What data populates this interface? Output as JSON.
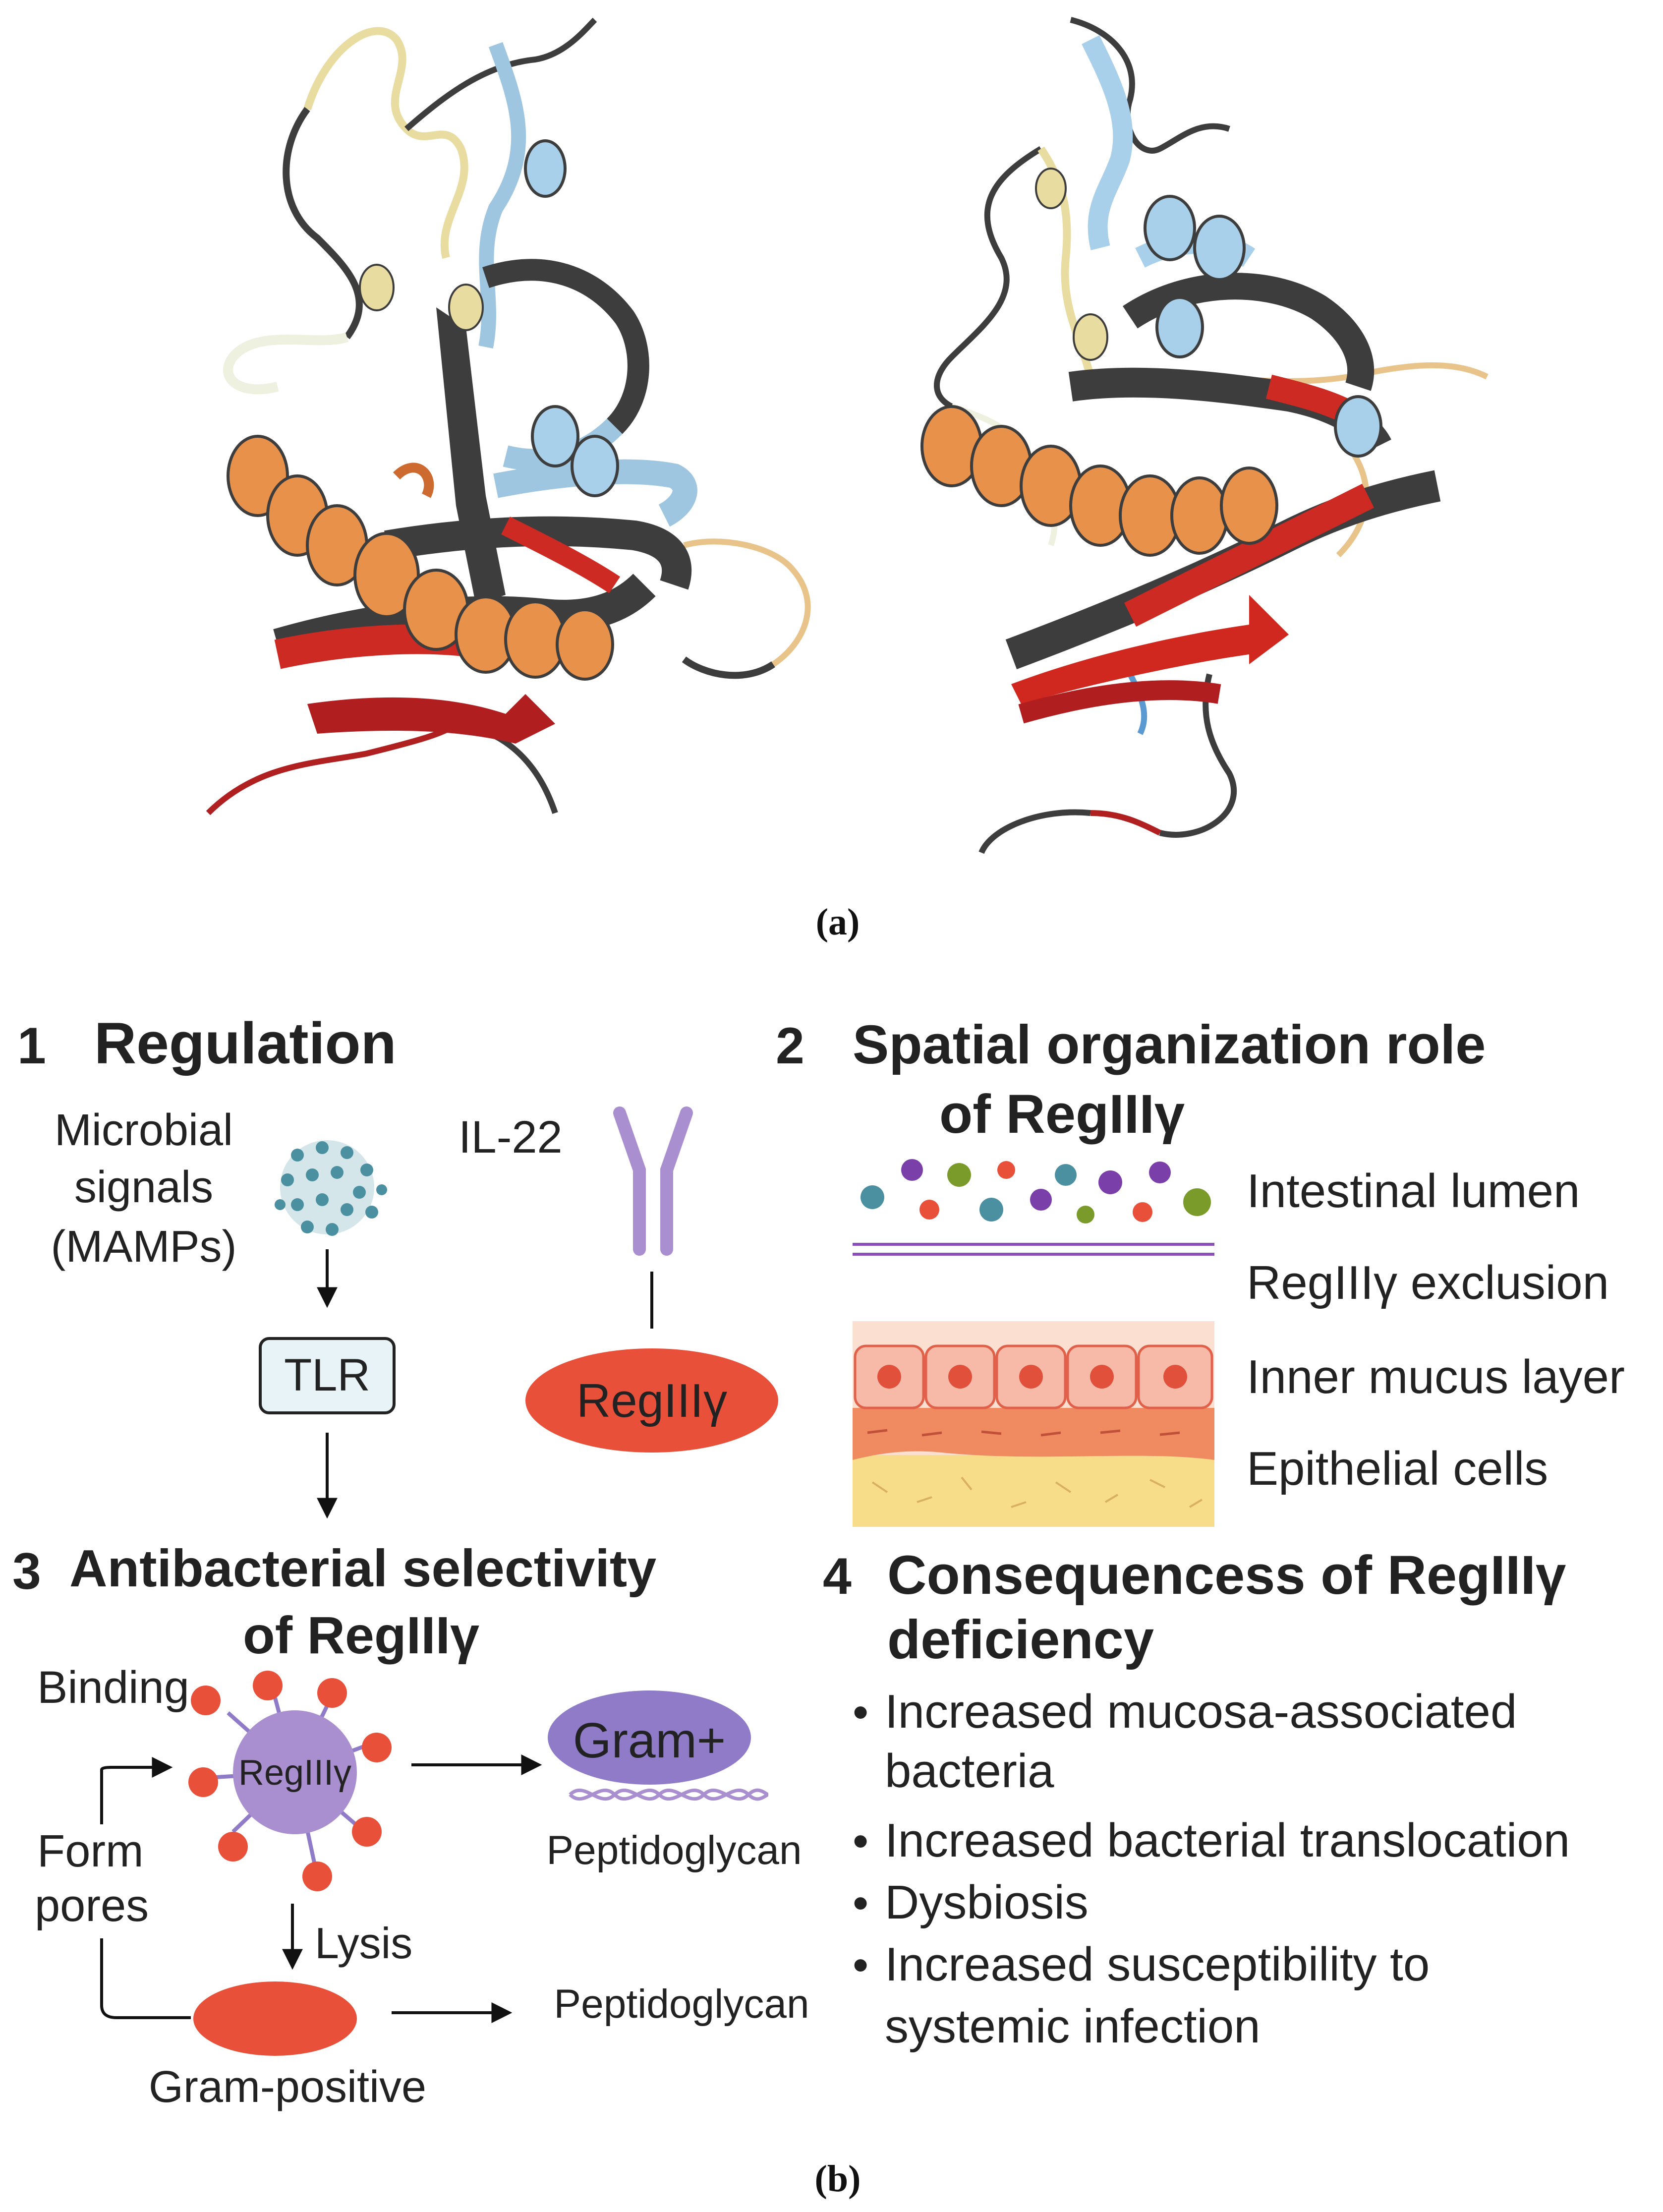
{
  "panel_a": {
    "label": "(a)"
  },
  "panel_b": {
    "label": "(b)",
    "colors": {
      "regiii": "#e8503a",
      "il22": "#a98fcf",
      "gram_plus": "#8f7bc8",
      "dot_teal": "#4a90a0",
      "dot_purple": "#7a3fa8",
      "dot_green": "#7a9a2a",
      "dot_red": "#e8503a",
      "cell_pink": "#f7b9a8",
      "mucus_orange": "#f08a60",
      "epithelial_yellow": "#f7dc8a"
    },
    "section1": {
      "number": "1",
      "title": "Regulation",
      "microbial_line1": "Microbial",
      "microbial_line2": "signals",
      "microbial_line3": "(MAMPs)",
      "tlr": "TLR",
      "il22": "IL-22",
      "regiii": "RegIIIγ"
    },
    "section2": {
      "number": "2",
      "title_line1": "Spatial organization role",
      "title_line2": "of RegIIIγ",
      "labels": [
        "Intestinal lumen",
        "RegIIIγ exclusion",
        "Inner mucus layer",
        "Epithelial cells"
      ]
    },
    "section3": {
      "number": "3",
      "title_line1": "Antibacterial selectivity",
      "title_line2": "of RegIIIγ",
      "binding": "Binding",
      "regiii": "RegIIIγ",
      "gram_plus": "Gram+",
      "peptidoglycan_top": "Peptidoglycan",
      "form": "Form",
      "pores": "pores",
      "lysis": "Lysis",
      "peptidoglycan_bottom": "Peptidoglycan",
      "gram_positive": "Gram-positive"
    },
    "section4": {
      "number": "4",
      "title_line1": "Consequencess of RegIIIγ",
      "title_line2": "deficiency",
      "bullet": "•",
      "items": [
        [
          "Increased mucosa-associated",
          "bacteria"
        ],
        [
          "Increased bacterial translocation"
        ],
        [
          "Dysbiosis"
        ],
        [
          "Increased susceptibility to",
          "systemic infection"
        ]
      ]
    }
  }
}
